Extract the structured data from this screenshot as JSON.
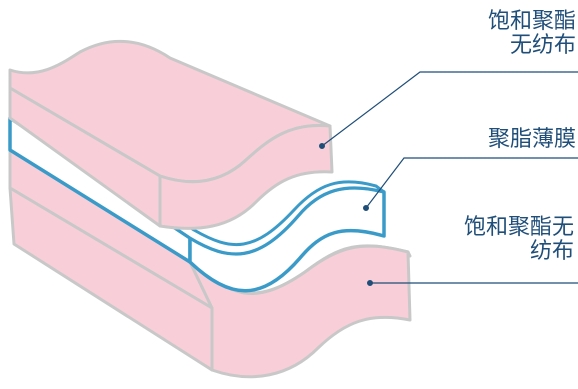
{
  "layers": [
    {
      "id": "top",
      "lines": [
        "饱和聚酯",
        "无纺布"
      ],
      "fill": "#f8cfd8"
    },
    {
      "id": "middle",
      "lines": [
        "聚脂薄膜"
      ],
      "fill": "#ffffff",
      "edge": "#3a9bc9"
    },
    {
      "id": "bottom",
      "lines": [
        "饱和聚酯无",
        "纺布"
      ],
      "fill": "#f8cfd8"
    }
  ],
  "colors": {
    "label_text": "#1f4e79",
    "leader_line": "#1f4e79",
    "pink_outline": "#c8c8c8",
    "film_blue": "#3a9bc9"
  }
}
